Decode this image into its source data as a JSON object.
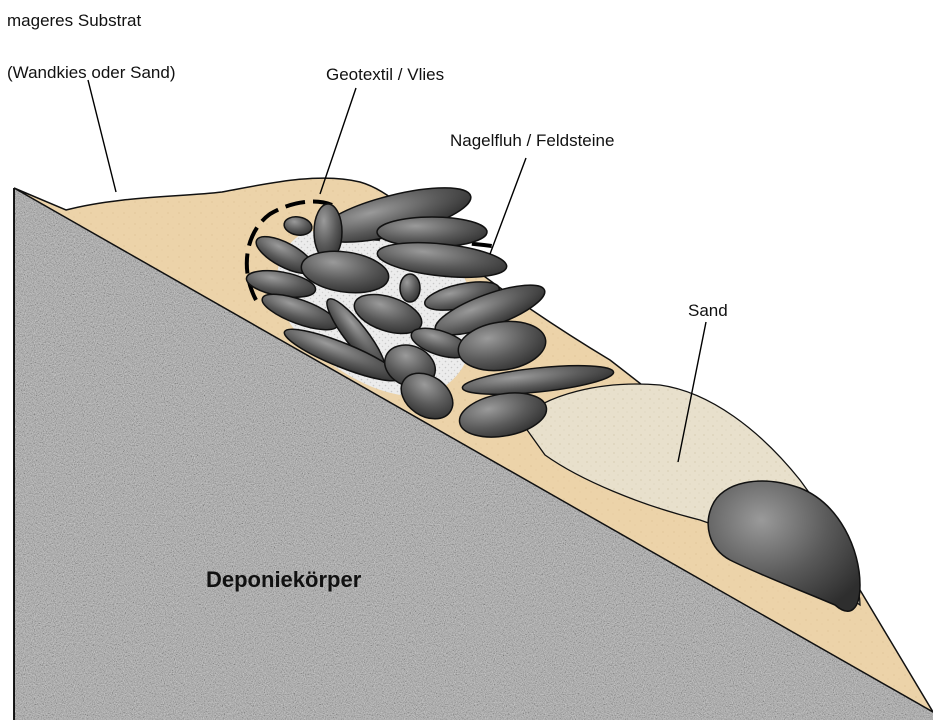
{
  "labels": {
    "substrate_line1": "mageres Substrat",
    "substrate_line2": "(Wandkies oder Sand)",
    "geotextile": "Geotextil / Vlies",
    "stones": "Nagelfluh / Feldsteine",
    "sand": "Sand",
    "landfill_body": "Deponiekörper"
  },
  "colors": {
    "landfill": "#a6a6a6",
    "substrate": "#ecd3a9",
    "sand": "#e8e0cc",
    "geotextile_fill": "#ebebeb",
    "stone": "#555555",
    "outline": "#111111"
  }
}
